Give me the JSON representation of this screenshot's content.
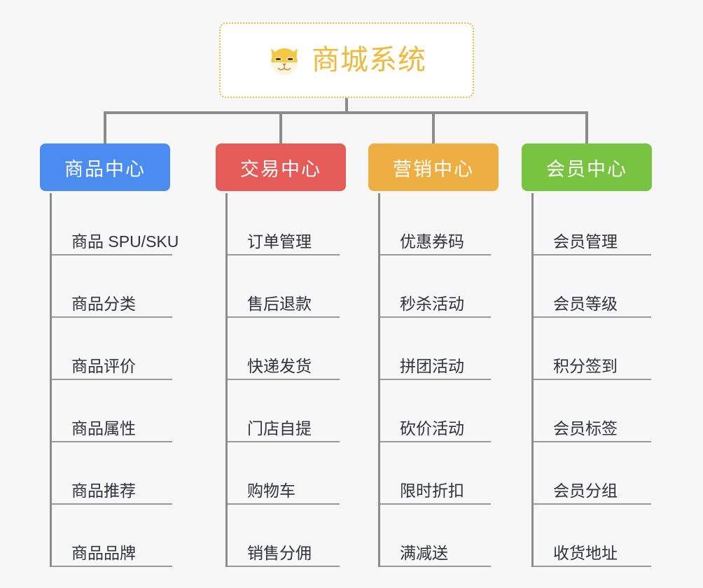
{
  "root": {
    "title": "商城系统",
    "icon": "shiba-dog-face-icon",
    "text_color": "#f0b93c",
    "border_color": "#f0b93c",
    "background": "#ffffff"
  },
  "canvas": {
    "background": "#f7f7f7",
    "connector_color": "#8c8c8c"
  },
  "columns": [
    {
      "title": "商品中心",
      "color": "#4a8cf0",
      "items": [
        "商品 SPU/SKU",
        "商品分类",
        "商品评价",
        "商品属性",
        "商品推荐",
        "商品品牌"
      ]
    },
    {
      "title": "交易中心",
      "color": "#e45b57",
      "items": [
        "订单管理",
        "售后退款",
        "快递发货",
        "门店自提",
        "购物车",
        "销售分佣"
      ]
    },
    {
      "title": "营销中心",
      "color": "#eeaf42",
      "items": [
        "优惠券码",
        "秒杀活动",
        "拼团活动",
        "砍价活动",
        "限时折扣",
        "满减送"
      ]
    },
    {
      "title": "会员中心",
      "color": "#78c440",
      "items": [
        "会员管理",
        "会员等级",
        "积分签到",
        "会员标签",
        "会员分组",
        "收货地址"
      ]
    }
  ]
}
